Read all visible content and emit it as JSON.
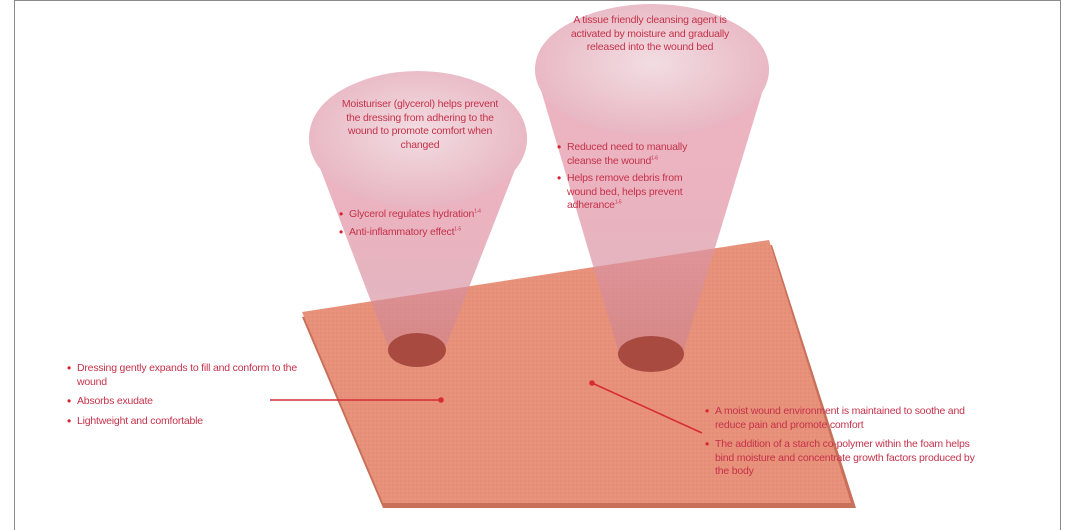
{
  "colors": {
    "text": "#c4324a",
    "bullet": "#d8202f",
    "pointer": "#d62d35",
    "dressing_top": "#e8917a",
    "dressing_edge": "#c9705a",
    "cone_fill": "#ecaab8"
  },
  "left_cone": {
    "heading": "Moisturiser (glycerol) helps prevent the dressing from adhering to the wound to promote comfort when changed",
    "bullets": [
      {
        "text": "Glycerol regulates hydration",
        "ref": "1-4"
      },
      {
        "text": "Anti-inflammatory effect",
        "ref": "1-5"
      }
    ]
  },
  "right_cone": {
    "heading": "A tissue friendly cleansing agent is activated by moisture and gradually released into the wound bed",
    "bullets": [
      {
        "text": "Reduced need to manually cleanse the wound",
        "ref": "1-6"
      },
      {
        "text": "Helps remove debris from wound bed, helps prevent adherance",
        "ref": "1-5"
      }
    ]
  },
  "left_callout": {
    "bullets": [
      "Dressing gently expands to fill and conform to the wound",
      "Absorbs exudate",
      "Lightweight and comfortable"
    ]
  },
  "right_callout": {
    "bullets": [
      "A moist wound environment is maintained to soothe and reduce pain and promote comfort",
      "The addition of a starch co-polymer within the foam helps bind moisture and concentrate growth factors produced by the body"
    ]
  }
}
